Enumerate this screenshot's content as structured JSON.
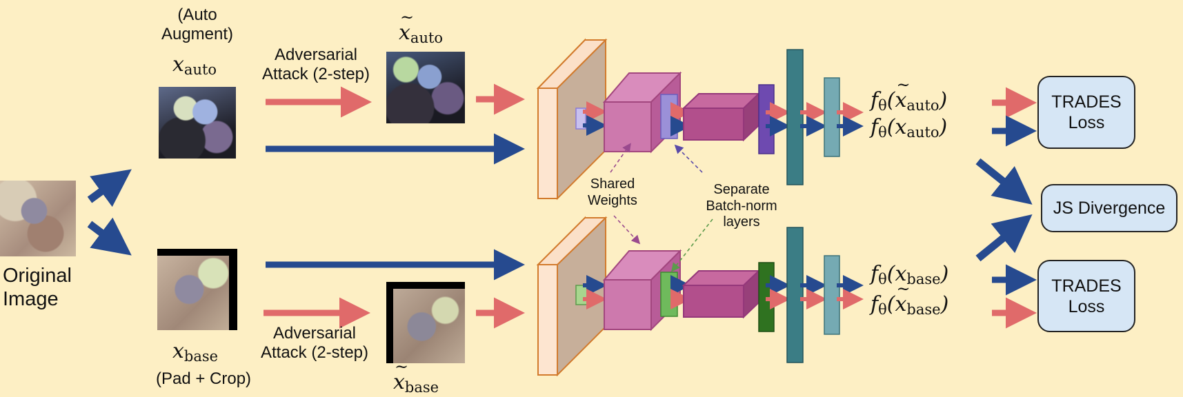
{
  "input": {
    "original_label": "Original\nImage"
  },
  "top_branch": {
    "aug_label": "(Auto\nAugment)",
    "x_symbol": "x",
    "x_sub": "auto",
    "attack_label": "Adversarial\nAttack (2-step)",
    "adv_symbol": "x",
    "adv_sub": "auto",
    "out_adv": {
      "f": "f",
      "theta": "θ",
      "x": "x",
      "sub": "auto"
    },
    "out_clean": {
      "f": "f",
      "theta": "θ",
      "x": "x",
      "sub": "auto"
    },
    "loss_label": "TRADES\nLoss"
  },
  "bottom_branch": {
    "aug_label": "(Pad + Crop)",
    "x_symbol": "x",
    "x_sub": "base",
    "attack_label": "Adversarial\nAttack (2-step)",
    "adv_symbol": "x",
    "adv_sub": "base",
    "out_clean": {
      "f": "f",
      "theta": "θ",
      "x": "x",
      "sub": "base"
    },
    "out_adv": {
      "f": "f",
      "theta": "θ",
      "x": "x",
      "sub": "base"
    },
    "loss_label": "TRADES\nLoss"
  },
  "annotations": {
    "shared_weights": "Shared\nWeights",
    "separate_bn": "Separate\nBatch-norm\nlayers"
  },
  "js_label": "JS Divergence",
  "colors": {
    "background": "#fdefc4",
    "adv_arrow": "#e06a6a",
    "clean_arrow": "#264a8f",
    "bn_top": "#9b90d8",
    "bn_bottom": "#6fba5c",
    "conv_block": "#c86aa0",
    "fc_teal": "#3b7d85",
    "loss_box": "#d6e6f5"
  }
}
